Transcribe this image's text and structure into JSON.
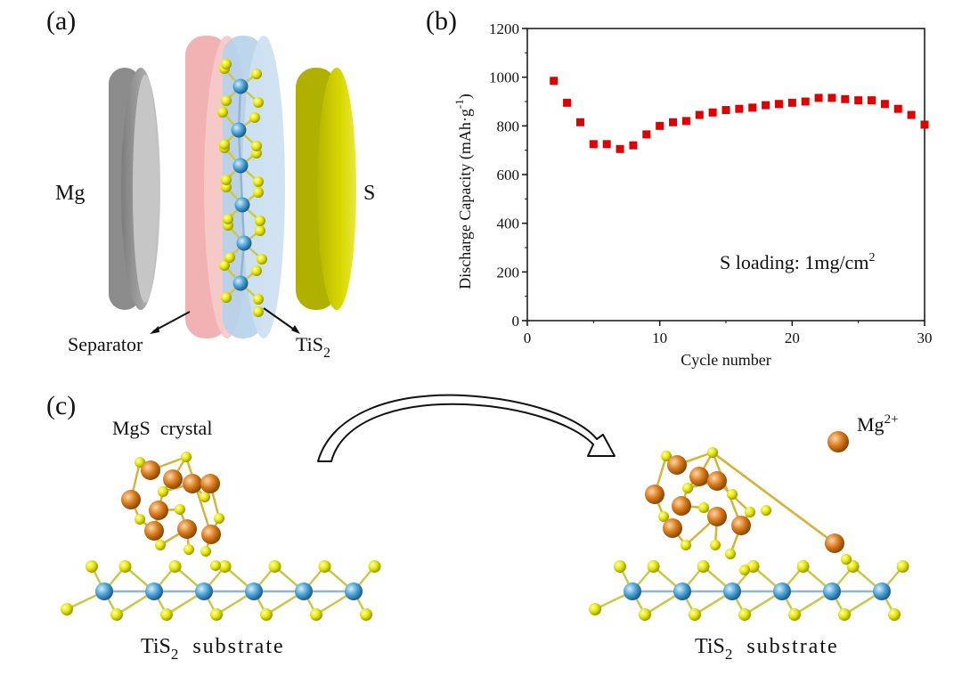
{
  "panel_a": {
    "label": "(a)",
    "mg_label": "Mg",
    "s_label": "S",
    "separator_label": "Separator",
    "tis2_label_base": "TiS",
    "tis2_label_sub": "2"
  },
  "panel_c": {
    "label": "(c)",
    "mgs_crystal_label": "MgS  crystal",
    "mg_ion_label_base": "Mg",
    "mg_ion_label_sup": "2+",
    "substrate_left_base": "TiS",
    "substrate_left_sub": "2",
    "substrate_left_rest": "  substrate",
    "substrate_right_base": "TiS",
    "substrate_right_sub": "2",
    "substrate_right_rest": "  substrate"
  },
  "colors": {
    "s_atom": "#e6e600",
    "ti_atom": "#4aa3d9",
    "mg_atom": "#d97a1a",
    "marker": "#e00000",
    "separator": "#f2b8b8",
    "tis2_disc": "#b8d4ec",
    "mg_disc": "#9a9a9a",
    "s_disc": "#cfcf00"
  },
  "chart_data": {
    "type": "scatter",
    "panel_label": "(b)",
    "xlabel": "Cycle number",
    "ylabel_main": "Discharge Capacity (mAh·g",
    "ylabel_sup": "-1",
    "ylabel_close": ")",
    "annotation_main": "S loading: 1mg/cm",
    "annotation_sup": "2",
    "xlim": [
      0,
      30
    ],
    "ylim": [
      0,
      1200
    ],
    "x_ticks": [
      0,
      10,
      20,
      30
    ],
    "y_ticks": [
      0,
      200,
      400,
      600,
      800,
      1000,
      1200
    ],
    "grid": false,
    "series": [
      {
        "marker": "square",
        "color": "#e00000",
        "x": [
          2,
          3,
          4,
          5,
          6,
          7,
          8,
          9,
          10,
          11,
          12,
          13,
          14,
          15,
          16,
          17,
          18,
          19,
          20,
          21,
          22,
          23,
          24,
          25,
          26,
          27,
          28,
          29,
          30
        ],
        "y": [
          985,
          895,
          815,
          725,
          725,
          705,
          720,
          765,
          800,
          815,
          820,
          845,
          855,
          865,
          870,
          875,
          885,
          890,
          895,
          900,
          915,
          915,
          910,
          905,
          905,
          890,
          870,
          845,
          805
        ]
      }
    ]
  }
}
